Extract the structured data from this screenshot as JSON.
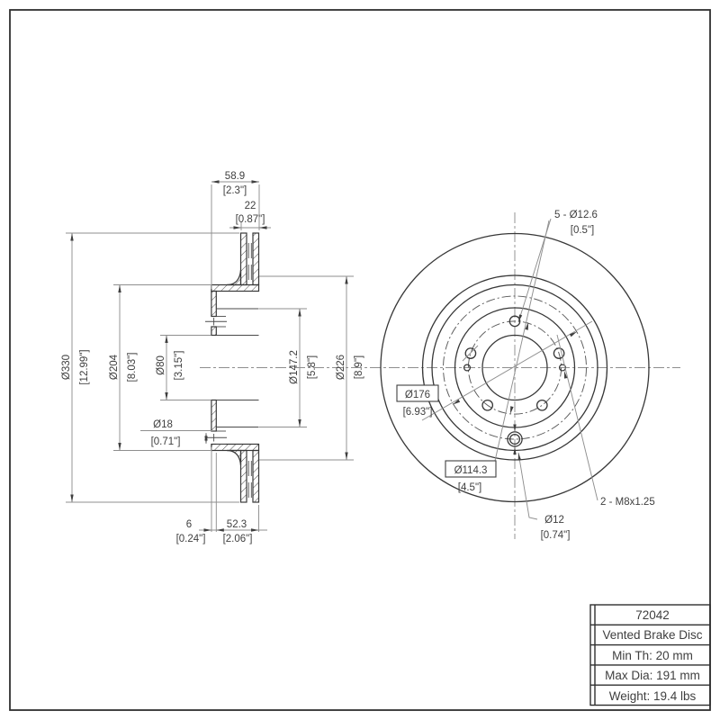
{
  "section_view": {
    "overall_width": {
      "mm": "58.9",
      "inch": "[2.3\"]"
    },
    "rotor_thickness": {
      "mm": "22",
      "inch": "[0.87\"]"
    },
    "outer_diameter": {
      "mm": "Ø330",
      "inch": "[12.99\"]"
    },
    "hat_outer_diameter": {
      "mm": "Ø204",
      "inch": "[8.03\"]"
    },
    "center_bore": {
      "mm": "Ø80",
      "inch": "[3.15\"]"
    },
    "hole_d18": {
      "mm": "Ø18",
      "inch": "[0.71\"]"
    },
    "pilot_diameter": {
      "mm": "Ø147.2",
      "inch": "[5.8\"]"
    },
    "braking_inner_diameter": {
      "mm": "Ø226",
      "inch": "[8.9\"]"
    },
    "flange_thickness": {
      "mm": "6",
      "inch": "[0.24\"]"
    },
    "hat_depth": {
      "mm": "52.3",
      "inch": "[2.06\"]"
    }
  },
  "front_view": {
    "lug_holes": {
      "label": "5 - Ø12.6",
      "inch": "[0.5\"]"
    },
    "ref_circle": {
      "mm": "Ø176",
      "inch": "[6.93\"]"
    },
    "bolt_circle": {
      "mm": "Ø114.3",
      "inch": "[4.5\"]"
    },
    "thread_holes": {
      "label": "2 - M8x1.25"
    },
    "hole_d12": {
      "mm": "Ø12",
      "inch": "[0.74\"]"
    }
  },
  "title_block": {
    "part_number": "72042",
    "part_name": "Vented Brake Disc",
    "min_thickness": "Min Th: 20 mm",
    "max_diameter": "Max Dia: 191 mm",
    "weight": "Weight: 19.4 lbs"
  },
  "colors": {
    "line": "#383838",
    "dim_line": "#8f8f8f",
    "text": "#3f3f3f",
    "background": "#ffffff"
  }
}
